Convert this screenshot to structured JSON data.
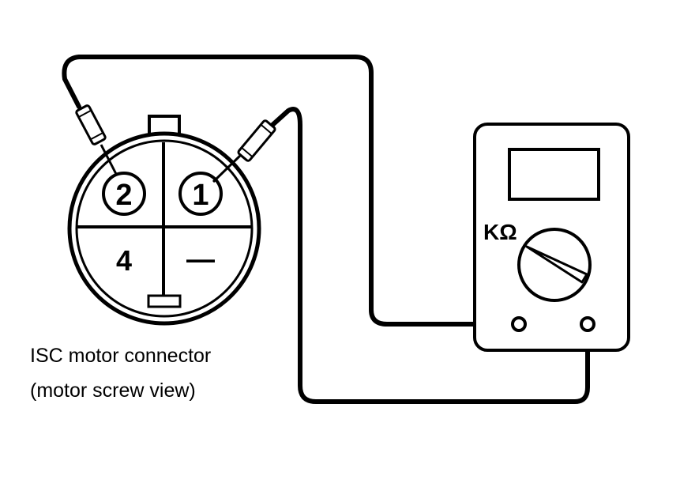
{
  "connector": {
    "pins": {
      "top_left": "2",
      "top_right": "1",
      "bottom_left": "4",
      "bottom_right": "—"
    },
    "caption_line1": "ISC motor connector",
    "caption_line2": "(motor screw view)"
  },
  "meter": {
    "range_label": "KΩ"
  }
}
